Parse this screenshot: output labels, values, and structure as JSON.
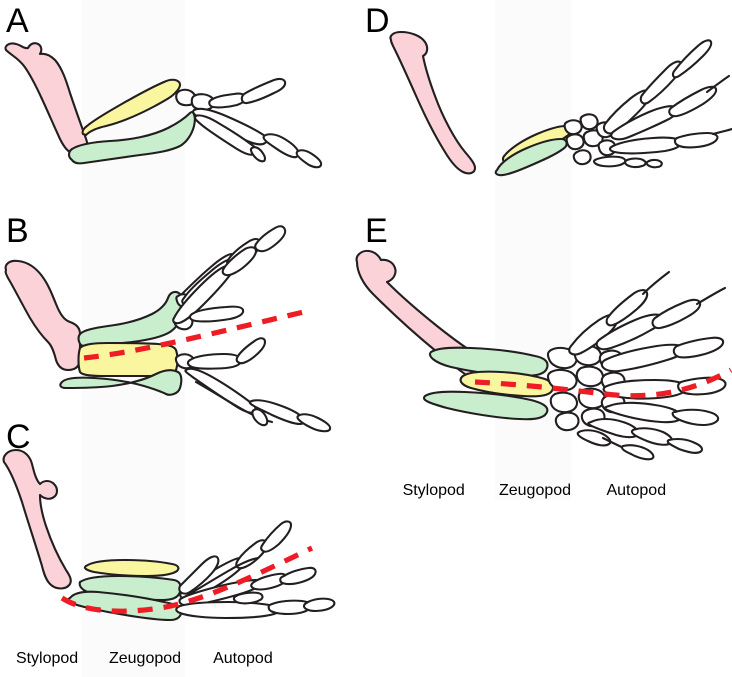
{
  "figure": {
    "type": "comparative-limb-anatomy-diagram",
    "background_color": "#ffffff",
    "band_color": "#fbfbfb"
  },
  "colors": {
    "stylopod": "#fad2d8",
    "zeugopod_anterior": "#faf6a0",
    "zeugopod_posterior": "#c9eece",
    "autopod": "#ffffff",
    "outline": "#231f20",
    "axis_line": "#ee1c25"
  },
  "panels": [
    {
      "id": "A",
      "letter": "A",
      "has_axis_line": false,
      "segments": [
        "Stylopod",
        "Zeugopod",
        "Autopod"
      ]
    },
    {
      "id": "B",
      "letter": "B",
      "has_axis_line": true,
      "segments": [
        "Stylopod",
        "Zeugopod",
        "Autopod"
      ]
    },
    {
      "id": "C",
      "letter": "C",
      "has_axis_line": true,
      "segments": [
        "Stylopod",
        "Zeugopod",
        "Autopod"
      ]
    },
    {
      "id": "D",
      "letter": "D",
      "has_axis_line": false,
      "segments": [
        "Stylopod",
        "Zeugopod",
        "Autopod"
      ]
    },
    {
      "id": "E",
      "letter": "E",
      "has_axis_line": true,
      "segments": [
        "Stylopod",
        "Zeugopod",
        "Autopod"
      ]
    }
  ],
  "segment_labels": {
    "stylopod": "Stylopod",
    "zeugopod": "Zeugopod",
    "autopod": "Autopod"
  },
  "label_rows": [
    {
      "id": "left-column-labels",
      "items": [
        "Stylopod",
        "Zeugopod",
        "Autopod"
      ]
    },
    {
      "id": "right-column-labels",
      "items": [
        "Stylopod",
        "Zeugopod",
        "Autopod"
      ]
    }
  ]
}
